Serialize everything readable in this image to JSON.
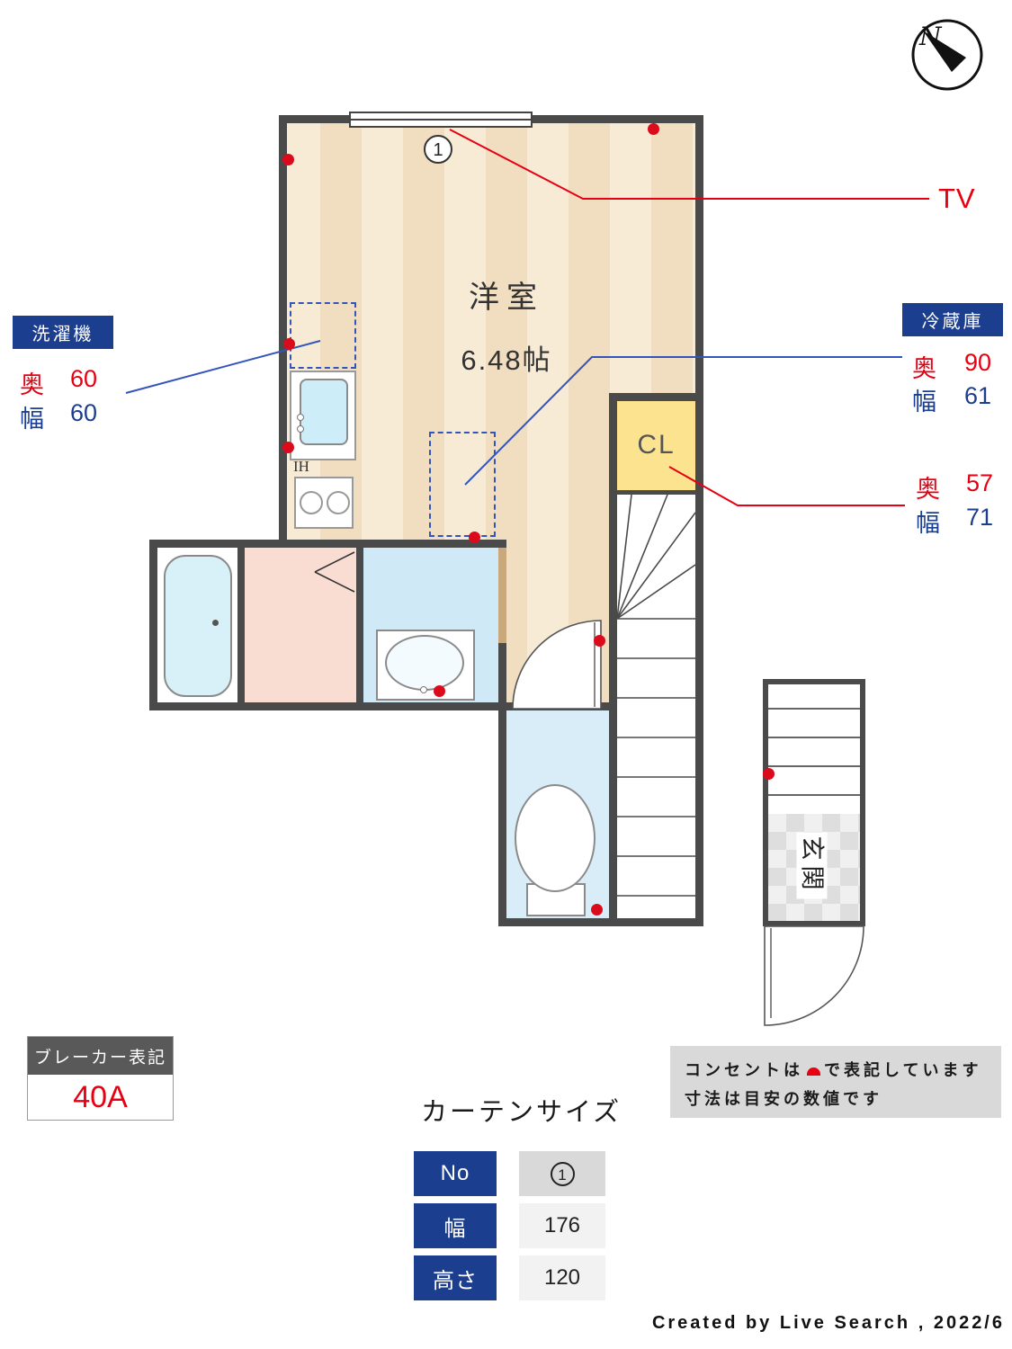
{
  "colors": {
    "accent_blue": "#1c3e8e",
    "accent_red": "#e60012",
    "wall": "#4a4a4a",
    "closet_yellow": "#fbe38f"
  },
  "compass": {
    "north_label": "N"
  },
  "plan": {
    "room_label": "洋室",
    "room_size": "6.48帖",
    "closet_label": "CL",
    "ih_label": "IH",
    "entrance_label": "玄関",
    "curtain_marker": "1"
  },
  "callouts": {
    "tv_label": "TV",
    "washer": {
      "title": "洗濯機",
      "depth_label": "奥",
      "depth_value": "60",
      "width_label": "幅",
      "width_value": "60"
    },
    "fridge": {
      "title": "冷蔵庫",
      "depth_label": "奥",
      "depth_value": "90",
      "width_label": "幅",
      "width_value": "61"
    },
    "closet": {
      "depth_label": "奥",
      "depth_value": "57",
      "width_label": "幅",
      "width_value": "71"
    }
  },
  "breaker": {
    "title": "ブレーカー表記",
    "value": "40A"
  },
  "curtain_table": {
    "title": "カーテンサイズ",
    "rows": [
      {
        "label": "No",
        "value": "1"
      },
      {
        "label": "幅",
        "value": "176"
      },
      {
        "label": "高さ",
        "value": "120"
      }
    ]
  },
  "notes": {
    "line1_prefix": "コンセントは",
    "line1_suffix": "で表記しています",
    "line2": "寸法は目安の数値です"
  },
  "credit": "Created by Live Search , 2022/6"
}
